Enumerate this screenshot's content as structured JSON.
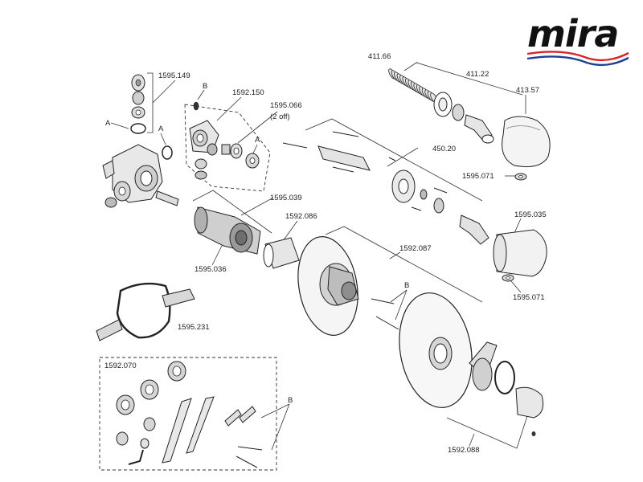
{
  "brand": {
    "name": "mira",
    "swoosh_colors": [
      "#d8232a",
      "#1d3f8f"
    ]
  },
  "labels": {
    "p1595_149": "1595.149",
    "b1": "B",
    "p1592_150": "1592.150",
    "p1595_066": "1595.066",
    "two_off": "(2 off)",
    "a1": "A",
    "a2": "A",
    "a3": "A",
    "p411_66": "411.66",
    "p411_22": "411.22",
    "p413_57": "413.57",
    "p450_20": "450.20",
    "p1595_071_top": "1595.071",
    "p1595_035": "1595.035",
    "p1595_071_bottom": "1595.071",
    "p1595_039": "1595.039",
    "p1592_086": "1592.086",
    "p1592_087": "1592.087",
    "p1595_036": "1595.036",
    "b2": "B",
    "p1595_231": "1595.231",
    "p1592_070": "1592.070",
    "b3": "B",
    "p1592_088": "1592.088"
  }
}
